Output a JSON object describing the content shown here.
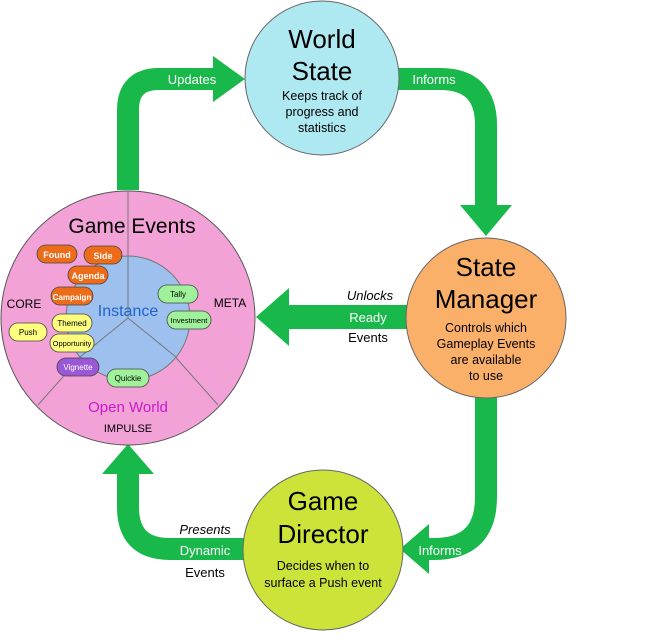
{
  "world_state": {
    "title_line1": "World",
    "title_line2": "State",
    "desc_line1": "Keeps track of",
    "desc_line2": "progress and",
    "desc_line3": "statistics",
    "color": "#aee8f0"
  },
  "state_manager": {
    "title_line1": "State",
    "title_line2": "Manager",
    "desc_line1": "Controls which",
    "desc_line2": "Gameplay Events",
    "desc_line3": "are available",
    "desc_line4": "to use",
    "color": "#fbb06a"
  },
  "game_director": {
    "title_line1": "Game",
    "title_line2": "Director",
    "desc_line1": "Decides when to",
    "desc_line2": "surface a Push event",
    "color": "#cde33a"
  },
  "game_events": {
    "title": "Game Events",
    "inner_title": "Instance",
    "core_label": "CORE",
    "meta_label": "META",
    "open_world_label": "Open World",
    "impulse_label": "IMPULSE",
    "outer_color": "#f2a2d6",
    "inner_color": "#9ec0ef",
    "pills": {
      "found": "Found",
      "side": "Side",
      "agenda": "Agenda",
      "campaign": "Campaign",
      "push": "Push",
      "themed": "Themed",
      "opportunity": "Opportunity",
      "vignette": "Vignette",
      "quickie": "Quickie",
      "tally": "Tally",
      "investment": "Investment"
    },
    "pill_colors": {
      "orange": "#ec6c1a",
      "yellow": "#fdfd7e",
      "purple": "#9b58d6",
      "green": "#9ff29a"
    }
  },
  "arrows": {
    "color": "#19b84a",
    "updates": "Updates",
    "informs_top": "Informs",
    "unlocks": "Unlocks",
    "ready": "Ready",
    "events_right": "Events",
    "informs_bottom": "Informs",
    "presents": "Presents",
    "dynamic": "Dynamic",
    "events_left": "Events"
  }
}
